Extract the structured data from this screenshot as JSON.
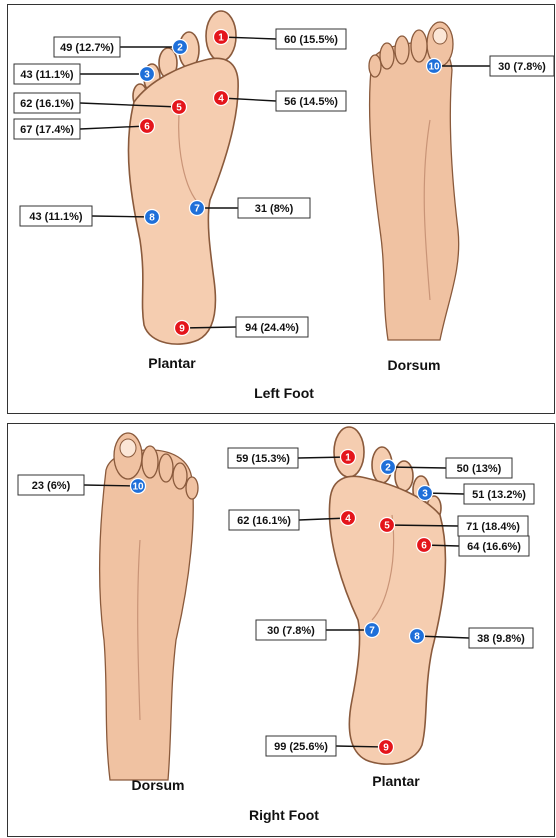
{
  "colors": {
    "red": "#e4151b",
    "blue": "#1e6fd9"
  },
  "left_foot": {
    "title": "Left Foot",
    "plantar_caption": "Plantar",
    "dorsum_caption": "Dorsum",
    "points": [
      {
        "id": "1",
        "label": "60 (15.5%)",
        "color": "red"
      },
      {
        "id": "2",
        "label": "49 (12.7%)",
        "color": "blue"
      },
      {
        "id": "3",
        "label": "43 (11.1%)",
        "color": "blue"
      },
      {
        "id": "4",
        "label": "56 (14.5%)",
        "color": "red"
      },
      {
        "id": "5",
        "label": "62 (16.1%)",
        "color": "red"
      },
      {
        "id": "6",
        "label": "67 (17.4%)",
        "color": "red"
      },
      {
        "id": "7",
        "label": "31 (8%)",
        "color": "blue"
      },
      {
        "id": "8",
        "label": "43 (11.1%)",
        "color": "blue"
      },
      {
        "id": "9",
        "label": "94 (24.4%)",
        "color": "red"
      },
      {
        "id": "10",
        "label": "30 (7.8%)",
        "color": "blue"
      }
    ]
  },
  "right_foot": {
    "title": "Right Foot",
    "plantar_caption": "Plantar",
    "dorsum_caption": "Dorsum",
    "points": [
      {
        "id": "1",
        "label": "59 (15.3%)",
        "color": "red"
      },
      {
        "id": "2",
        "label": "50 (13%)",
        "color": "blue"
      },
      {
        "id": "3",
        "label": "51 (13.2%)",
        "color": "blue"
      },
      {
        "id": "4",
        "label": "62 (16.1%)",
        "color": "red"
      },
      {
        "id": "5",
        "label": "71 (18.4%)",
        "color": "red"
      },
      {
        "id": "6",
        "label": "64 (16.6%)",
        "color": "red"
      },
      {
        "id": "7",
        "label": "30 (7.8%)",
        "color": "blue"
      },
      {
        "id": "8",
        "label": "38 (9.8%)",
        "color": "blue"
      },
      {
        "id": "9",
        "label": "99 (25.6%)",
        "color": "red"
      },
      {
        "id": "10",
        "label": "23 (6%)",
        "color": "blue"
      }
    ]
  }
}
